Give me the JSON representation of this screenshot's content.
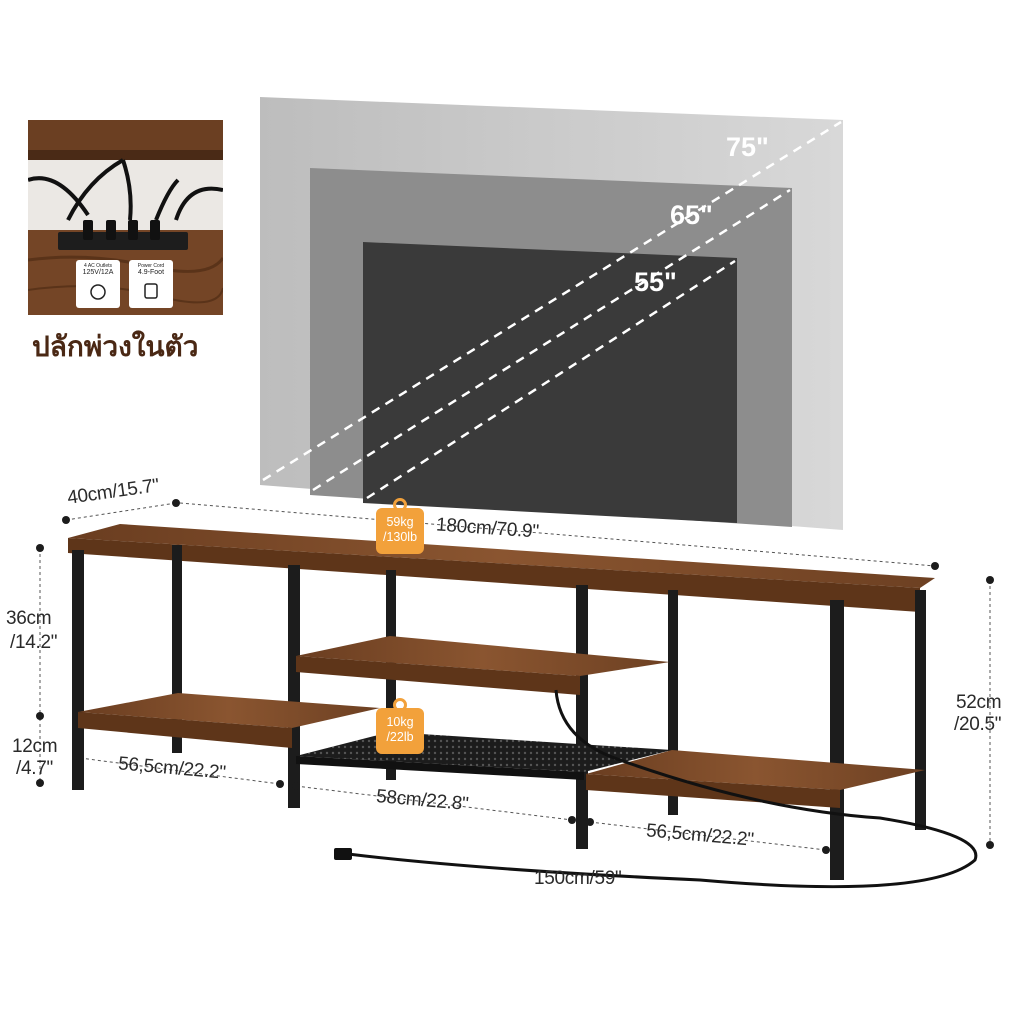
{
  "inset": {
    "caption": "ปลักพ่วงในตัว",
    "outlets_small": "4 AC Outlets",
    "outlets_rating": "125V/12A",
    "cord_small": "Power Cord",
    "cord_length": "4.9-Foot"
  },
  "screens": {
    "size_75": "75\"",
    "size_65": "65\"",
    "size_55": "55\""
  },
  "dimensions": {
    "depth": "40cm/15.7\"",
    "width": "180cm/70.9\"",
    "upper_height_cm": "36cm",
    "upper_height_in": "/14.2\"",
    "lower_height_cm": "12cm",
    "lower_height_in": "/4.7\"",
    "total_height_cm": "52cm",
    "total_height_in": "/20.5\"",
    "left_bay": "56,5cm/22.2\"",
    "center_bay": "58cm/22.8\"",
    "right_bay": "56,5cm/22.2\"",
    "cord": "150cm/59\""
  },
  "weights": {
    "top_kg": "59kg",
    "top_lb": "/130lb",
    "shelf_kg": "10kg",
    "shelf_lb": "/22lb"
  },
  "colors": {
    "wood": "#7a4a28",
    "frame": "#1c1c1c",
    "badge": "#f2a13b",
    "caption": "#4a2814"
  }
}
